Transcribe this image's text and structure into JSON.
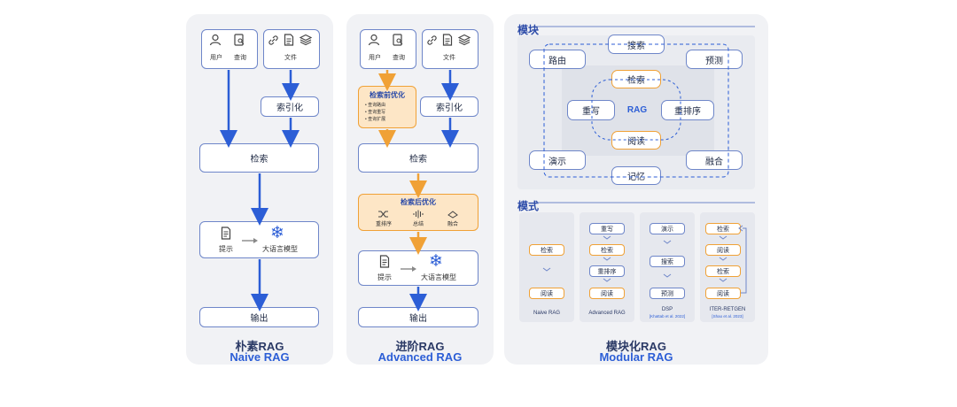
{
  "naive": {
    "title_zh": "朴素RAG",
    "title_en": "Naive RAG",
    "user": "用户",
    "query": "查询",
    "docs": "文件",
    "index": "索引化",
    "retrieve": "检索",
    "prompt": "提示",
    "llm": "大语言模型",
    "output": "输出"
  },
  "advanced": {
    "title_zh": "进阶RAG",
    "title_en": "Advanced RAG",
    "user": "用户",
    "query": "查询",
    "docs": "文件",
    "pre": {
      "title": "检索前优化",
      "items": [
        "• 查询路由",
        "• 查询重写",
        "• 查询扩展"
      ]
    },
    "index": "索引化",
    "retrieve": "检索",
    "post": {
      "title": "检索后优化",
      "rerank": "重排序",
      "summary": "总结",
      "fusion": "融合"
    },
    "prompt": "提示",
    "llm": "大语言模型",
    "output": "输出"
  },
  "modular": {
    "title_zh": "模块化RAG",
    "title_en": "Modular RAG",
    "modules_label": "模块",
    "modules": {
      "search": "搜索",
      "routing": "路由",
      "predict": "预测",
      "retrieve": "检索",
      "rewrite": "重写",
      "rag": "RAG",
      "rerank": "重排序",
      "read": "阅读",
      "demonstrate": "演示",
      "fusion": "融合",
      "memory": "记忆"
    },
    "patterns_label": "模式",
    "patterns": [
      {
        "name": "Naive RAG",
        "cite": "",
        "items": [
          "检索",
          "阅读"
        ]
      },
      {
        "name": "Advanced RAG",
        "cite": "",
        "items": [
          "重写",
          "检索",
          "重排序",
          "阅读"
        ]
      },
      {
        "name": "DSP",
        "cite": "[Khattab et al. 2022]",
        "items": [
          "演示",
          "搜索",
          "预测"
        ]
      },
      {
        "name": "ITER-RETGEN",
        "cite": "[Shao et al. 2023]",
        "items": [
          "检索",
          "阅读",
          "检索",
          "阅读"
        ]
      }
    ]
  },
  "colors": {
    "blue_arrow": "#2c5ed6",
    "orange_arrow": "#f0a136",
    "panel_bg": "#f1f2f5",
    "box_border": "#6e86c9"
  }
}
